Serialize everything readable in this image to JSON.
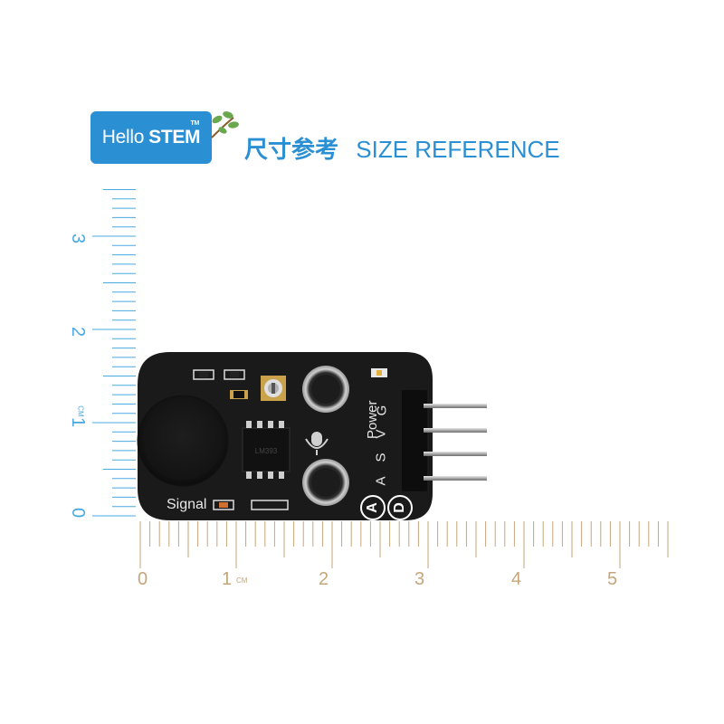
{
  "header": {
    "logo_hello": "Hello",
    "logo_stem": "STEM",
    "logo_tm": "TM",
    "title_cn": "尺寸参考",
    "title_en": "SIZE REFERENCE"
  },
  "ruler_horizontal": {
    "labels": [
      "0",
      "1",
      "2",
      "3",
      "4",
      "5"
    ],
    "unit": "CM"
  },
  "ruler_vertical": {
    "labels": [
      "0",
      "1",
      "2",
      "3"
    ],
    "unit": "CM"
  },
  "board": {
    "signal_label": "Signal",
    "power_label": "Power",
    "pin_labels": [
      "A",
      "S",
      "V",
      "G"
    ],
    "badge_a": "A",
    "badge_d": "D",
    "chip_text": "LM393"
  },
  "colors": {
    "brand_blue": "#2b8fd3",
    "ruler_blue": "#4aa8e0",
    "ruler_tan": "#c5a67a",
    "board_black": "#1a1a1a",
    "leaf_green": "#6aa84f",
    "leaf_brown": "#8b5a2b"
  }
}
